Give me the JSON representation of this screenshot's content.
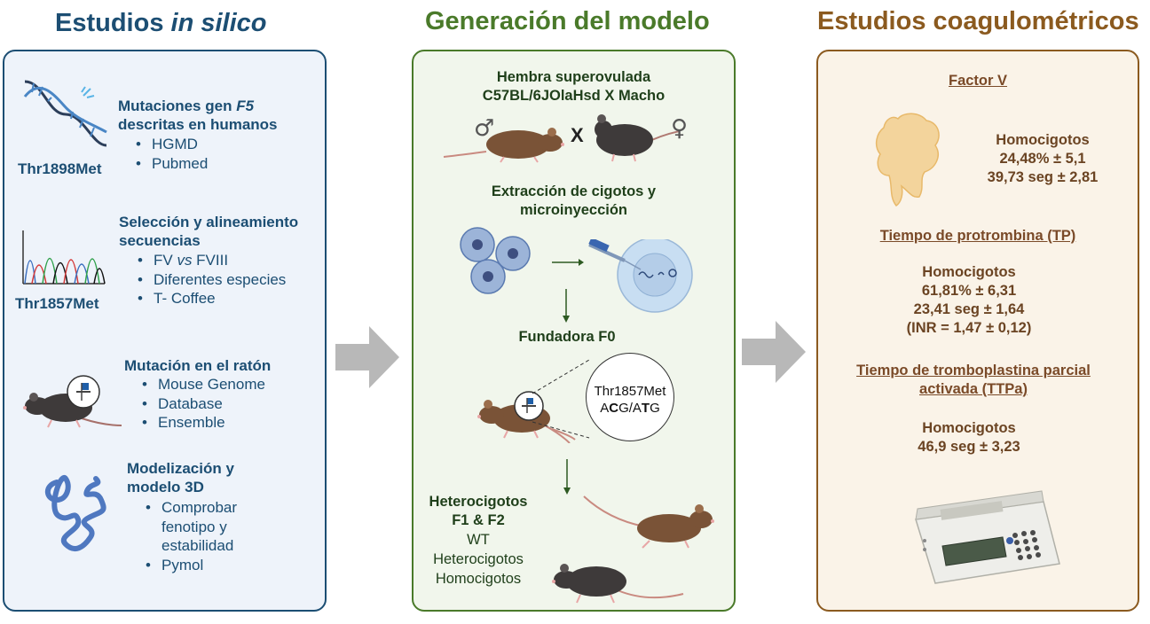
{
  "columns": {
    "left": {
      "title_a": "Estudios ",
      "title_b": "in silico"
    },
    "middle": {
      "title": "Generación del modelo"
    },
    "right": {
      "title": "Estudios coagulométricos"
    }
  },
  "insilico": {
    "block1": {
      "heading_a": "Mutaciones gen ",
      "heading_b": "F5",
      "heading_c": "descritas en humanos",
      "items": [
        "HGMD",
        "Pubmed"
      ],
      "label": "Thr1898Met"
    },
    "block2": {
      "heading_a": "Selección y alineamiento",
      "heading_b": "secuencias",
      "item1_a": "FV ",
      "item1_b": "vs",
      "item1_c": " FVIII",
      "item2": "Diferentes especies",
      "item3": "T- Coffee",
      "label": "Thr1857Met"
    },
    "block3": {
      "heading": "Mutación en el ratón",
      "items": [
        "Mouse Genome",
        "Database",
        "Ensemble"
      ]
    },
    "block4": {
      "heading_a": "Modelización y",
      "heading_b": "modelo 3D",
      "item1_a": "Comprobar",
      "item1_b": "fenotipo y",
      "item1_c": "estabilidad",
      "item2": "Pymol"
    }
  },
  "model": {
    "step1_a": "Hembra superovulada",
    "step1_b": "C57BL/6JOlaHsd X Macho",
    "cross": "X",
    "male_symbol": "♂",
    "female_symbol": "♀",
    "step2_a": "Extracción de cigotos y",
    "step2_b": "microinyección",
    "founder": "Fundadora F0",
    "mutation": "Thr1857Met",
    "codon_a": "A",
    "codon_b": "C",
    "codon_c": "G/A",
    "codon_d": "T",
    "codon_e": "G",
    "hetero_a": "Heterocigotos",
    "hetero_b": "F1 & F2",
    "genotypes": [
      "WT",
      "Heterocigotos",
      "Homocigotos"
    ]
  },
  "coag": {
    "fv_title": "Factor V",
    "fv_lines": [
      "Homocigotos",
      "24,48% ± 5,1",
      "39,73 seg ± 2,81"
    ],
    "tp_title": "Tiempo de protrombina (TP)",
    "tp_lines": [
      "Homocigotos",
      "61,81% ± 6,31",
      "23,41 seg ± 1,64",
      "(INR = 1,47 ± 0,12)"
    ],
    "ttpa_title_a": "Tiempo de tromboplastina parcial",
    "ttpa_title_b": "activada (TTPa)",
    "ttpa_lines": [
      "Homocigotos",
      "46,9 seg ± 3,23"
    ]
  },
  "colors": {
    "blue_title": "#1c4e73",
    "green_title": "#4a7a2a",
    "brown_title": "#8b5a1f",
    "blue_panel": "#eef3fa",
    "green_panel": "#f1f6ec",
    "brown_panel": "#faf3e8"
  },
  "icons": [
    "dna-icon",
    "chromatogram-icon",
    "mouse-icon",
    "protein-3d-icon",
    "arrow-right-icon",
    "zygote-icon",
    "microinjection-icon",
    "factor-v-protein-icon",
    "coagulometer-icon"
  ]
}
